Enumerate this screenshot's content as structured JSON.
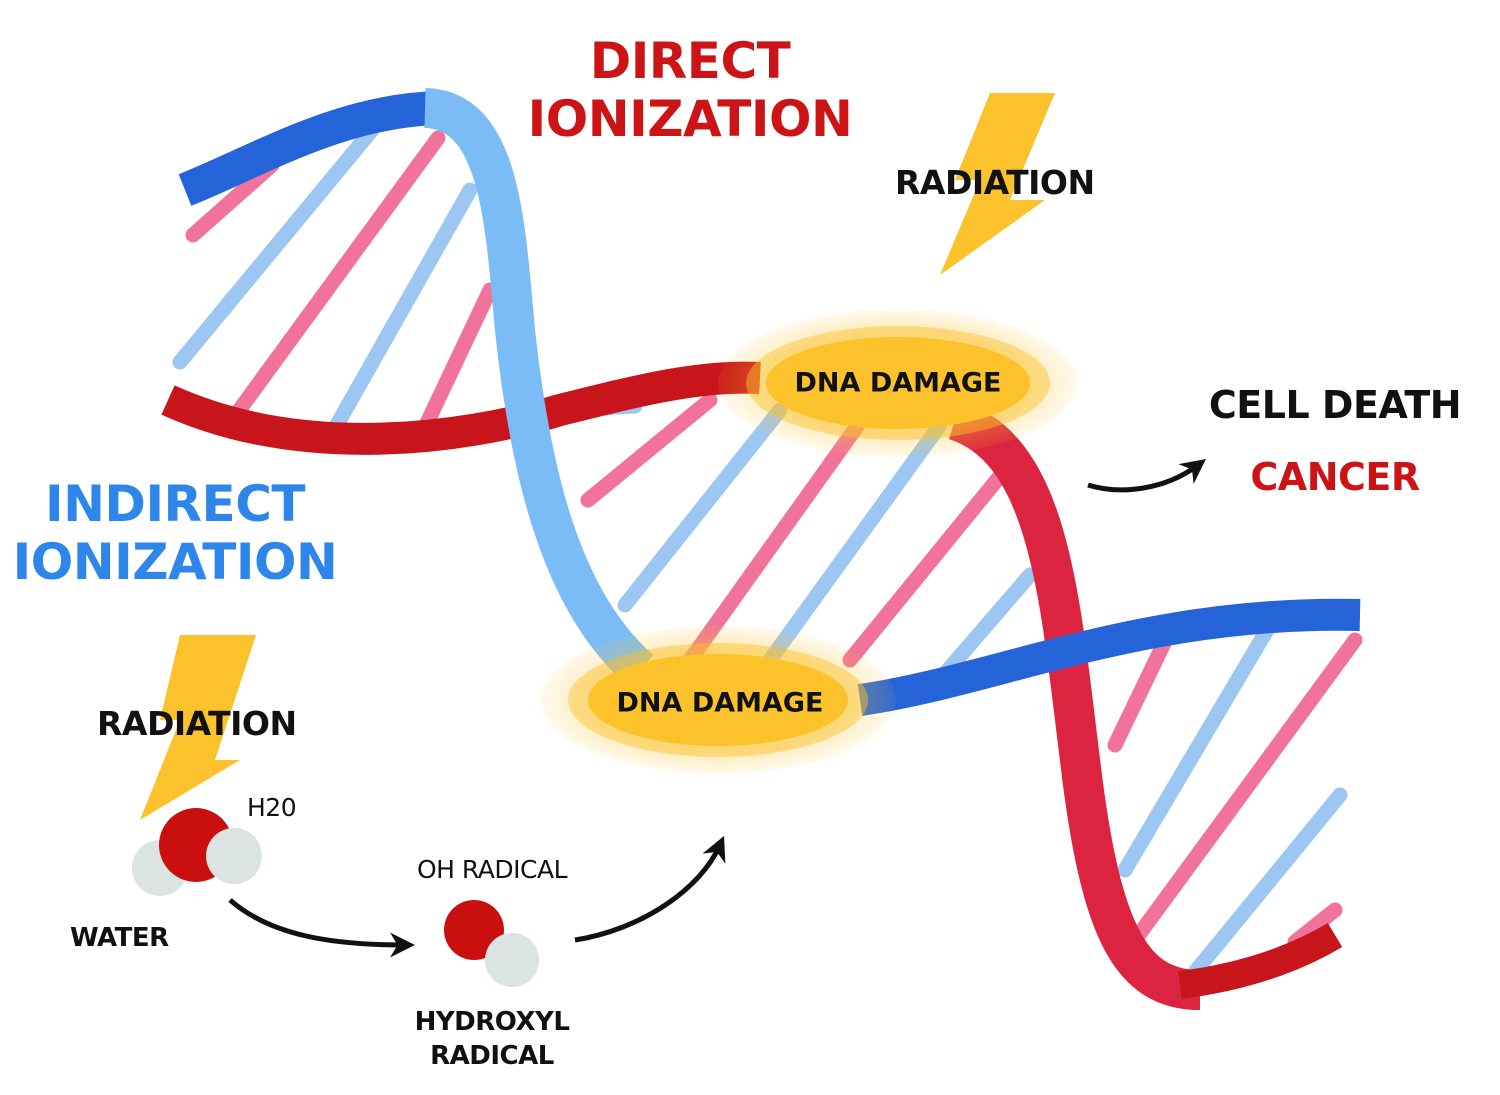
{
  "colors": {
    "strand_blue": "#2563d9",
    "strand_light_blue": "#7bbcf7",
    "strand_red": "#c8141b",
    "strand_crimson": "#dc2440",
    "rung_pink": "#f1739a",
    "rung_light_blue": "#9cc7f2",
    "bolt_yellow": "#fbc22b",
    "damage_yellow": "#fbc22b",
    "direct_text": "#cc1417",
    "indirect_text": "#2f86ea",
    "oxygen_red": "#c9100f",
    "hydrogen_grey": "#dce3e3",
    "text_dark": "#111111"
  },
  "labels": {
    "direct_ionization": [
      "DIRECT",
      "IONIZATION"
    ],
    "indirect_ionization": [
      "INDIRECT",
      "IONIZATION"
    ],
    "radiation_direct": "RADIATION",
    "radiation_indirect": "RADIATION",
    "dna_damage_upper": "DNA DAMAGE",
    "dna_damage_lower": "DNA DAMAGE",
    "cell_death": "CELL DEATH",
    "cancer": "CANCER",
    "h2o": "H20",
    "water": "WATER",
    "oh_radical": "OH RADICAL",
    "hydroxyl_radical": [
      "HYDROXYL",
      "RADICAL"
    ]
  },
  "icons": {
    "lightning": "lightning-bolt-icon",
    "molecule": "molecule-icon",
    "arrow": "curved-arrow-icon"
  }
}
